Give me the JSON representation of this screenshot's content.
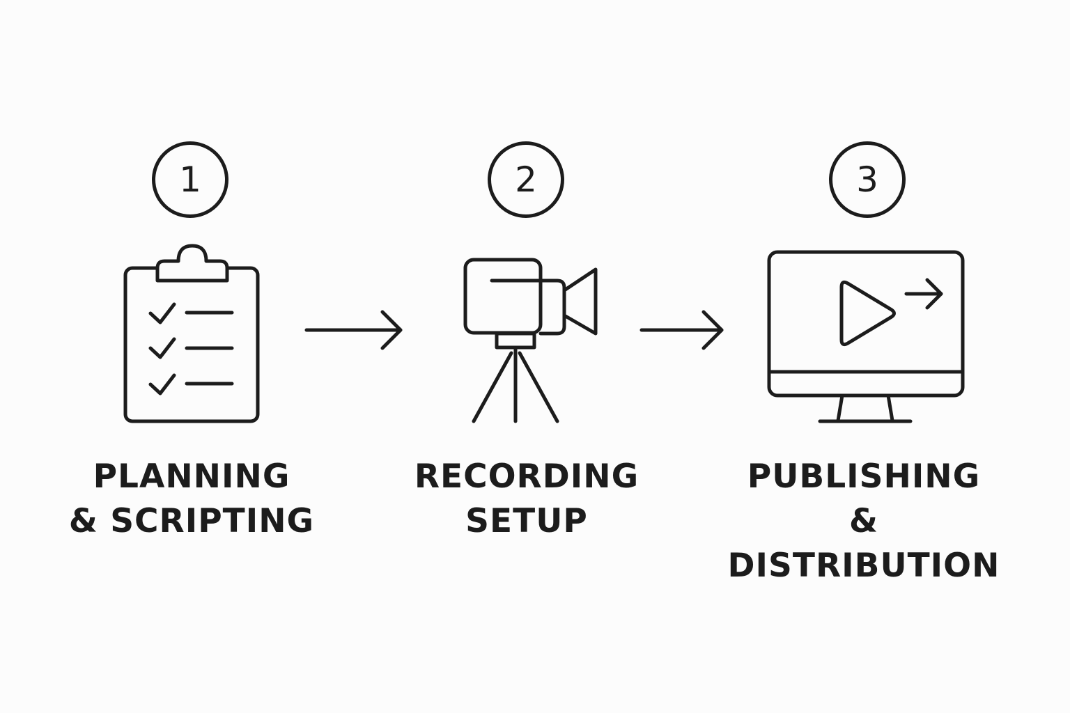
{
  "steps": [
    {
      "number": "1",
      "label_line1": "PLANNING",
      "label_line2": "& SCRIPTING",
      "icon": "clipboard-checklist-icon"
    },
    {
      "number": "2",
      "label_line1": "RECORDING",
      "label_line2": "SETUP",
      "icon": "video-camera-tripod-icon"
    },
    {
      "number": "3",
      "label_line1": "PUBLISHING",
      "label_line2": "& DISTRIBUTION",
      "icon": "monitor-play-icon"
    }
  ],
  "connectors": [
    "arrow-right-icon",
    "arrow-right-icon"
  ],
  "colors": {
    "stroke": "#1c1c1c",
    "background": "#fcfcfc"
  }
}
